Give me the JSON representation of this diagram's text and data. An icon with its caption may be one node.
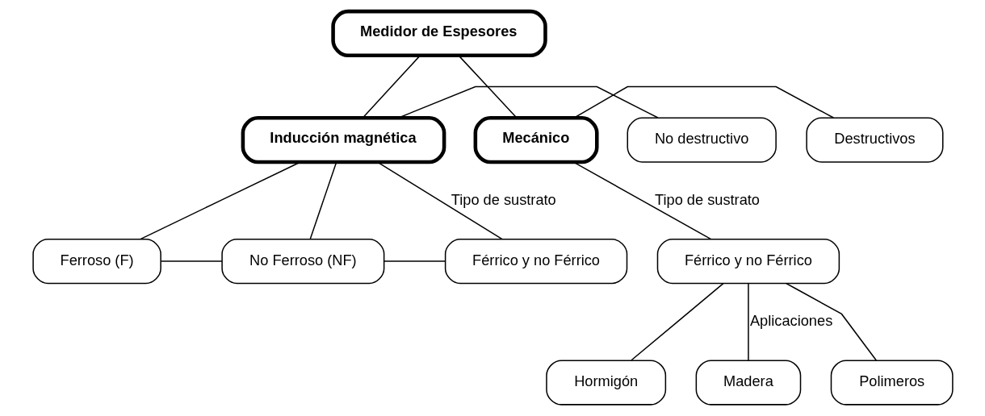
{
  "diagram": {
    "nodes": [
      {
        "text": [
          "Medidor de Espesores"
        ]
      },
      {
        "text": [
          "Inducción magnética"
        ]
      },
      {
        "text": [
          "Mecánico"
        ]
      },
      {
        "text": [
          "No destructivo"
        ]
      },
      {
        "text": [
          "Destructivos"
        ]
      },
      {
        "text": [
          "Ferroso (F)"
        ]
      },
      {
        "text": [
          "No Ferroso (NF)"
        ]
      },
      {
        "text": [
          "Férrico y no Férrico"
        ]
      },
      {
        "text": [
          "Férrico y no Férrico"
        ]
      },
      {
        "text": [
          "Hormigón"
        ]
      },
      {
        "text": [
          "Madera"
        ]
      },
      {
        "text": [
          "Polimeros"
        ]
      }
    ],
    "edges": [
      {
        "from": 0,
        "to": 1,
        "arrow": "none"
      },
      {
        "from": 0,
        "to": 2,
        "arrow": "none"
      },
      {
        "from": 3,
        "to": 1,
        "arrow": "none"
      },
      {
        "from": 2,
        "to": 4,
        "arrow": "none"
      },
      {
        "from": 1,
        "to": 5,
        "arrow": "none"
      },
      {
        "from": 1,
        "to": 6,
        "arrow": "none"
      },
      {
        "from": 1,
        "to": 7,
        "arrow": "none",
        "label": "Tipo de sustrato"
      },
      {
        "from": 5,
        "to": 6,
        "arrow": "none"
      },
      {
        "from": 6,
        "to": 7,
        "arrow": "none"
      },
      {
        "from": 2,
        "to": 8,
        "arrow": "none",
        "label": "Tipo de sustrato"
      },
      {
        "from": 8,
        "to": 9,
        "arrow": "none"
      },
      {
        "from": 8,
        "to": 10,
        "arrow": "none",
        "label": "Aplicaciones"
      },
      {
        "from": 8,
        "to": 11,
        "arrow": "none"
      }
    ]
  }
}
